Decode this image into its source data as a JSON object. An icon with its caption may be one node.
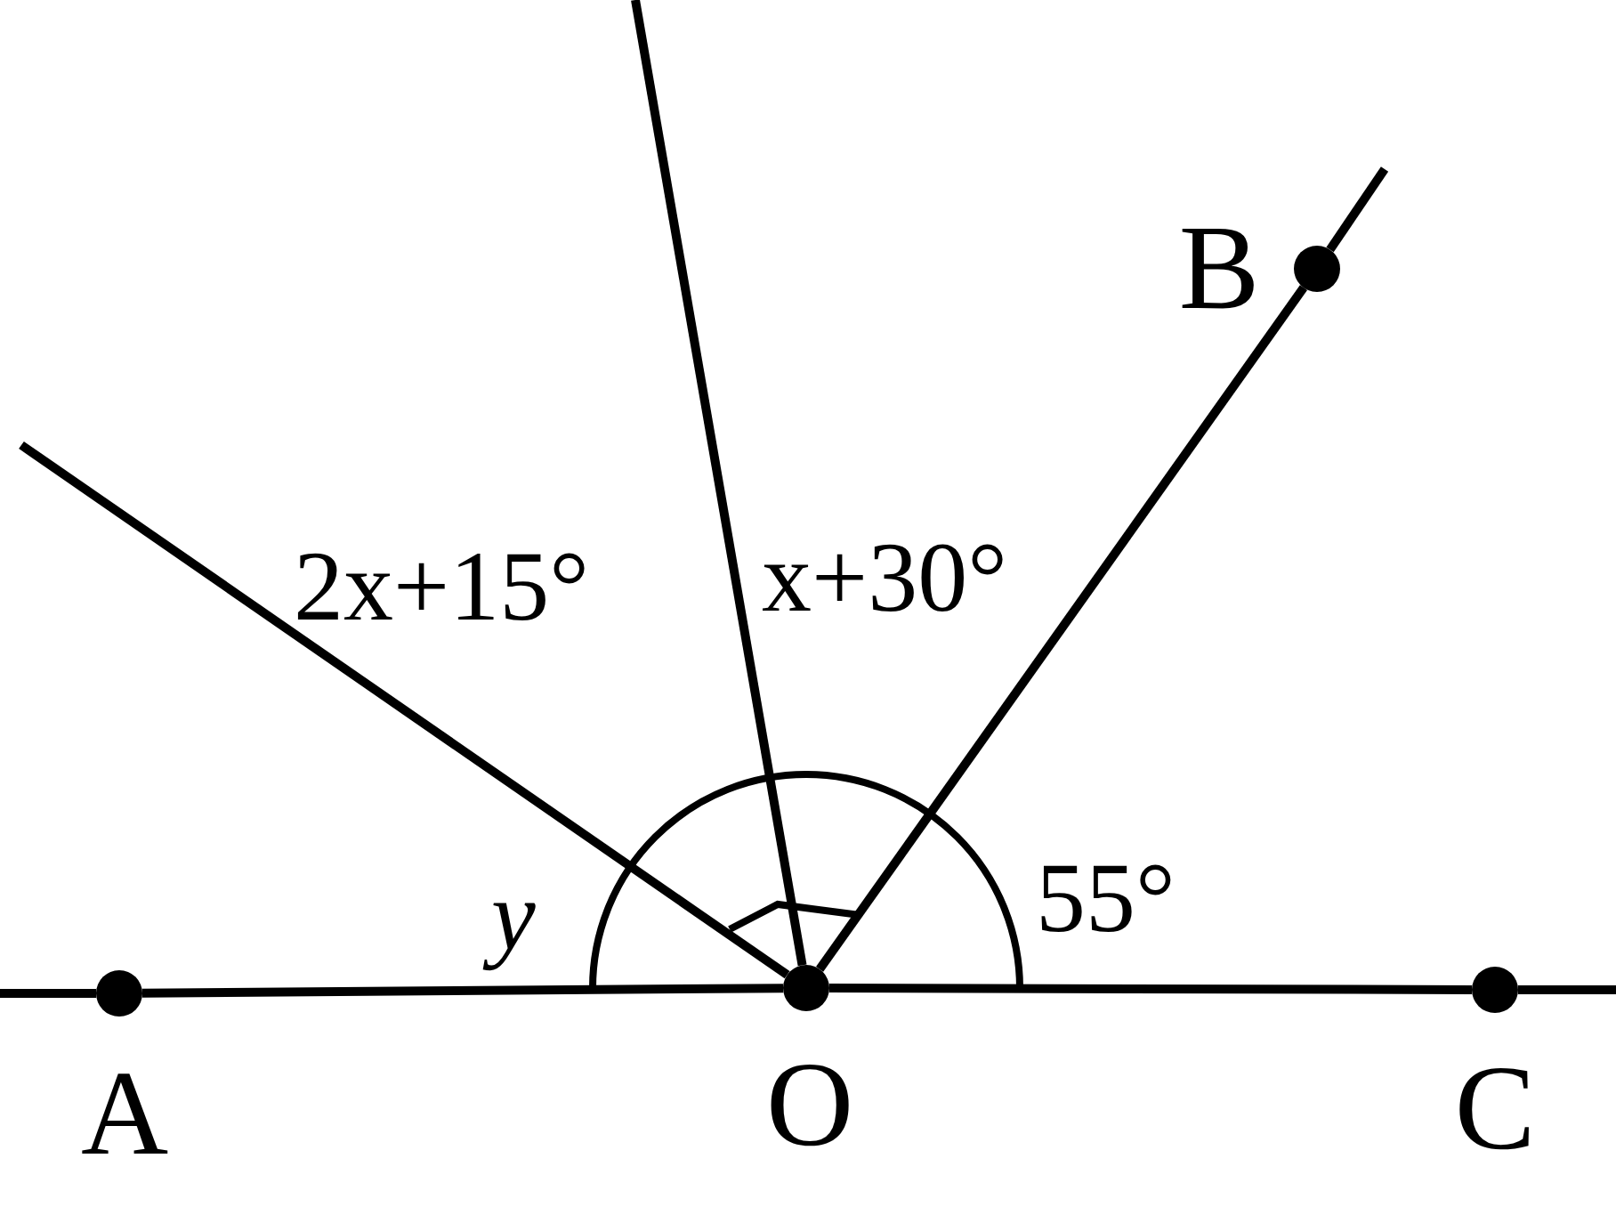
{
  "diagram": {
    "nodes": [
      {
        "text": [
          "B"
        ]
      },
      {
        "text": [
          "A"
        ]
      },
      {
        "text": [
          "O"
        ]
      },
      {
        "text": [
          "C"
        ]
      }
    ],
    "edges": [
      {
        "from": null,
        "to": 1,
        "arrow": "none"
      },
      {
        "from": 1,
        "to": 2,
        "arrow": "none"
      },
      {
        "from": 2,
        "to": 3,
        "arrow": "none"
      },
      {
        "from": 3,
        "to": null,
        "arrow": "none"
      },
      {
        "from": 2,
        "to": 0,
        "arrow": "none"
      },
      {
        "from": 0,
        "to": null,
        "arrow": "none"
      },
      {
        "from": 2,
        "to": null,
        "arrow": "none"
      },
      {
        "from": 2,
        "to": null,
        "arrow": "none"
      }
    ],
    "labels": [
      "2x+15°",
      "x+30°",
      "y",
      "55°"
    ]
  }
}
